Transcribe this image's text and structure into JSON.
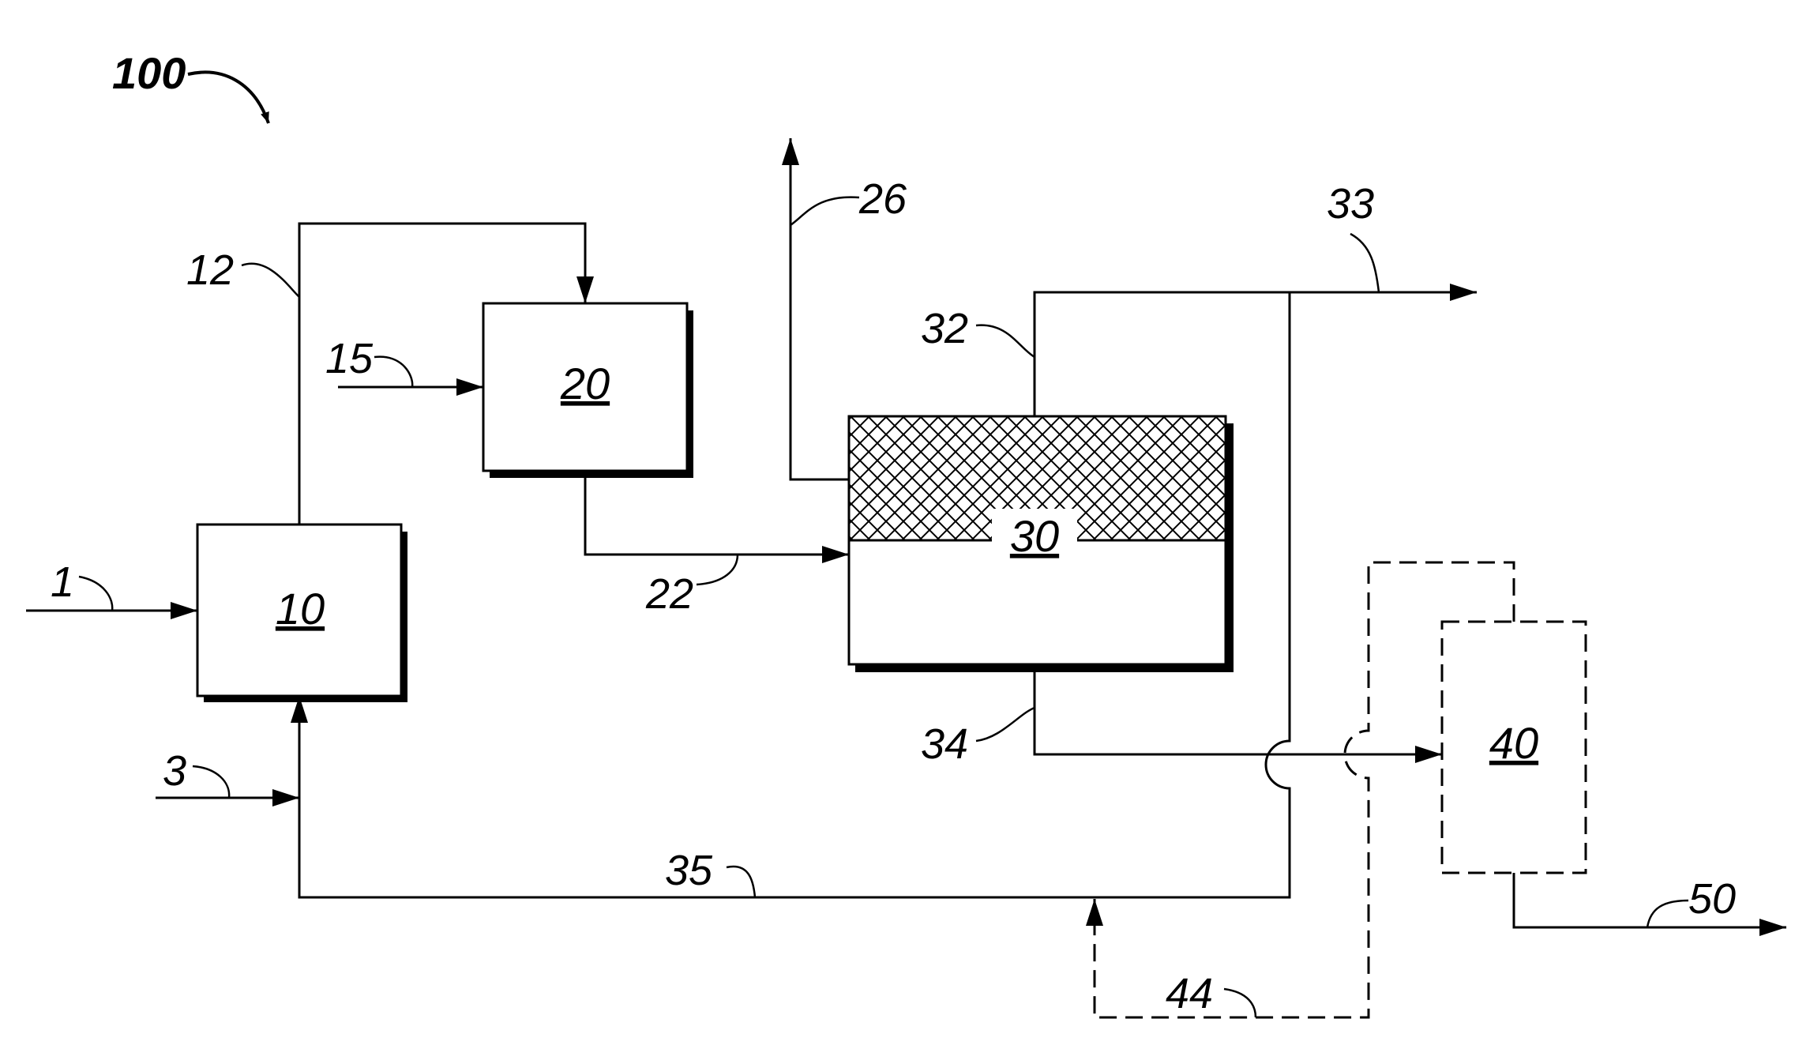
{
  "figure": {
    "label": "100"
  },
  "units": {
    "u10": "10",
    "u20": "20",
    "u30": "30",
    "u40": "40"
  },
  "streams": {
    "s1": "1",
    "s3": "3",
    "s12": "12",
    "s15": "15",
    "s22": "22",
    "s26": "26",
    "s32": "32",
    "s33": "33",
    "s34": "34",
    "s35": "35",
    "s44": "44",
    "s50": "50"
  }
}
